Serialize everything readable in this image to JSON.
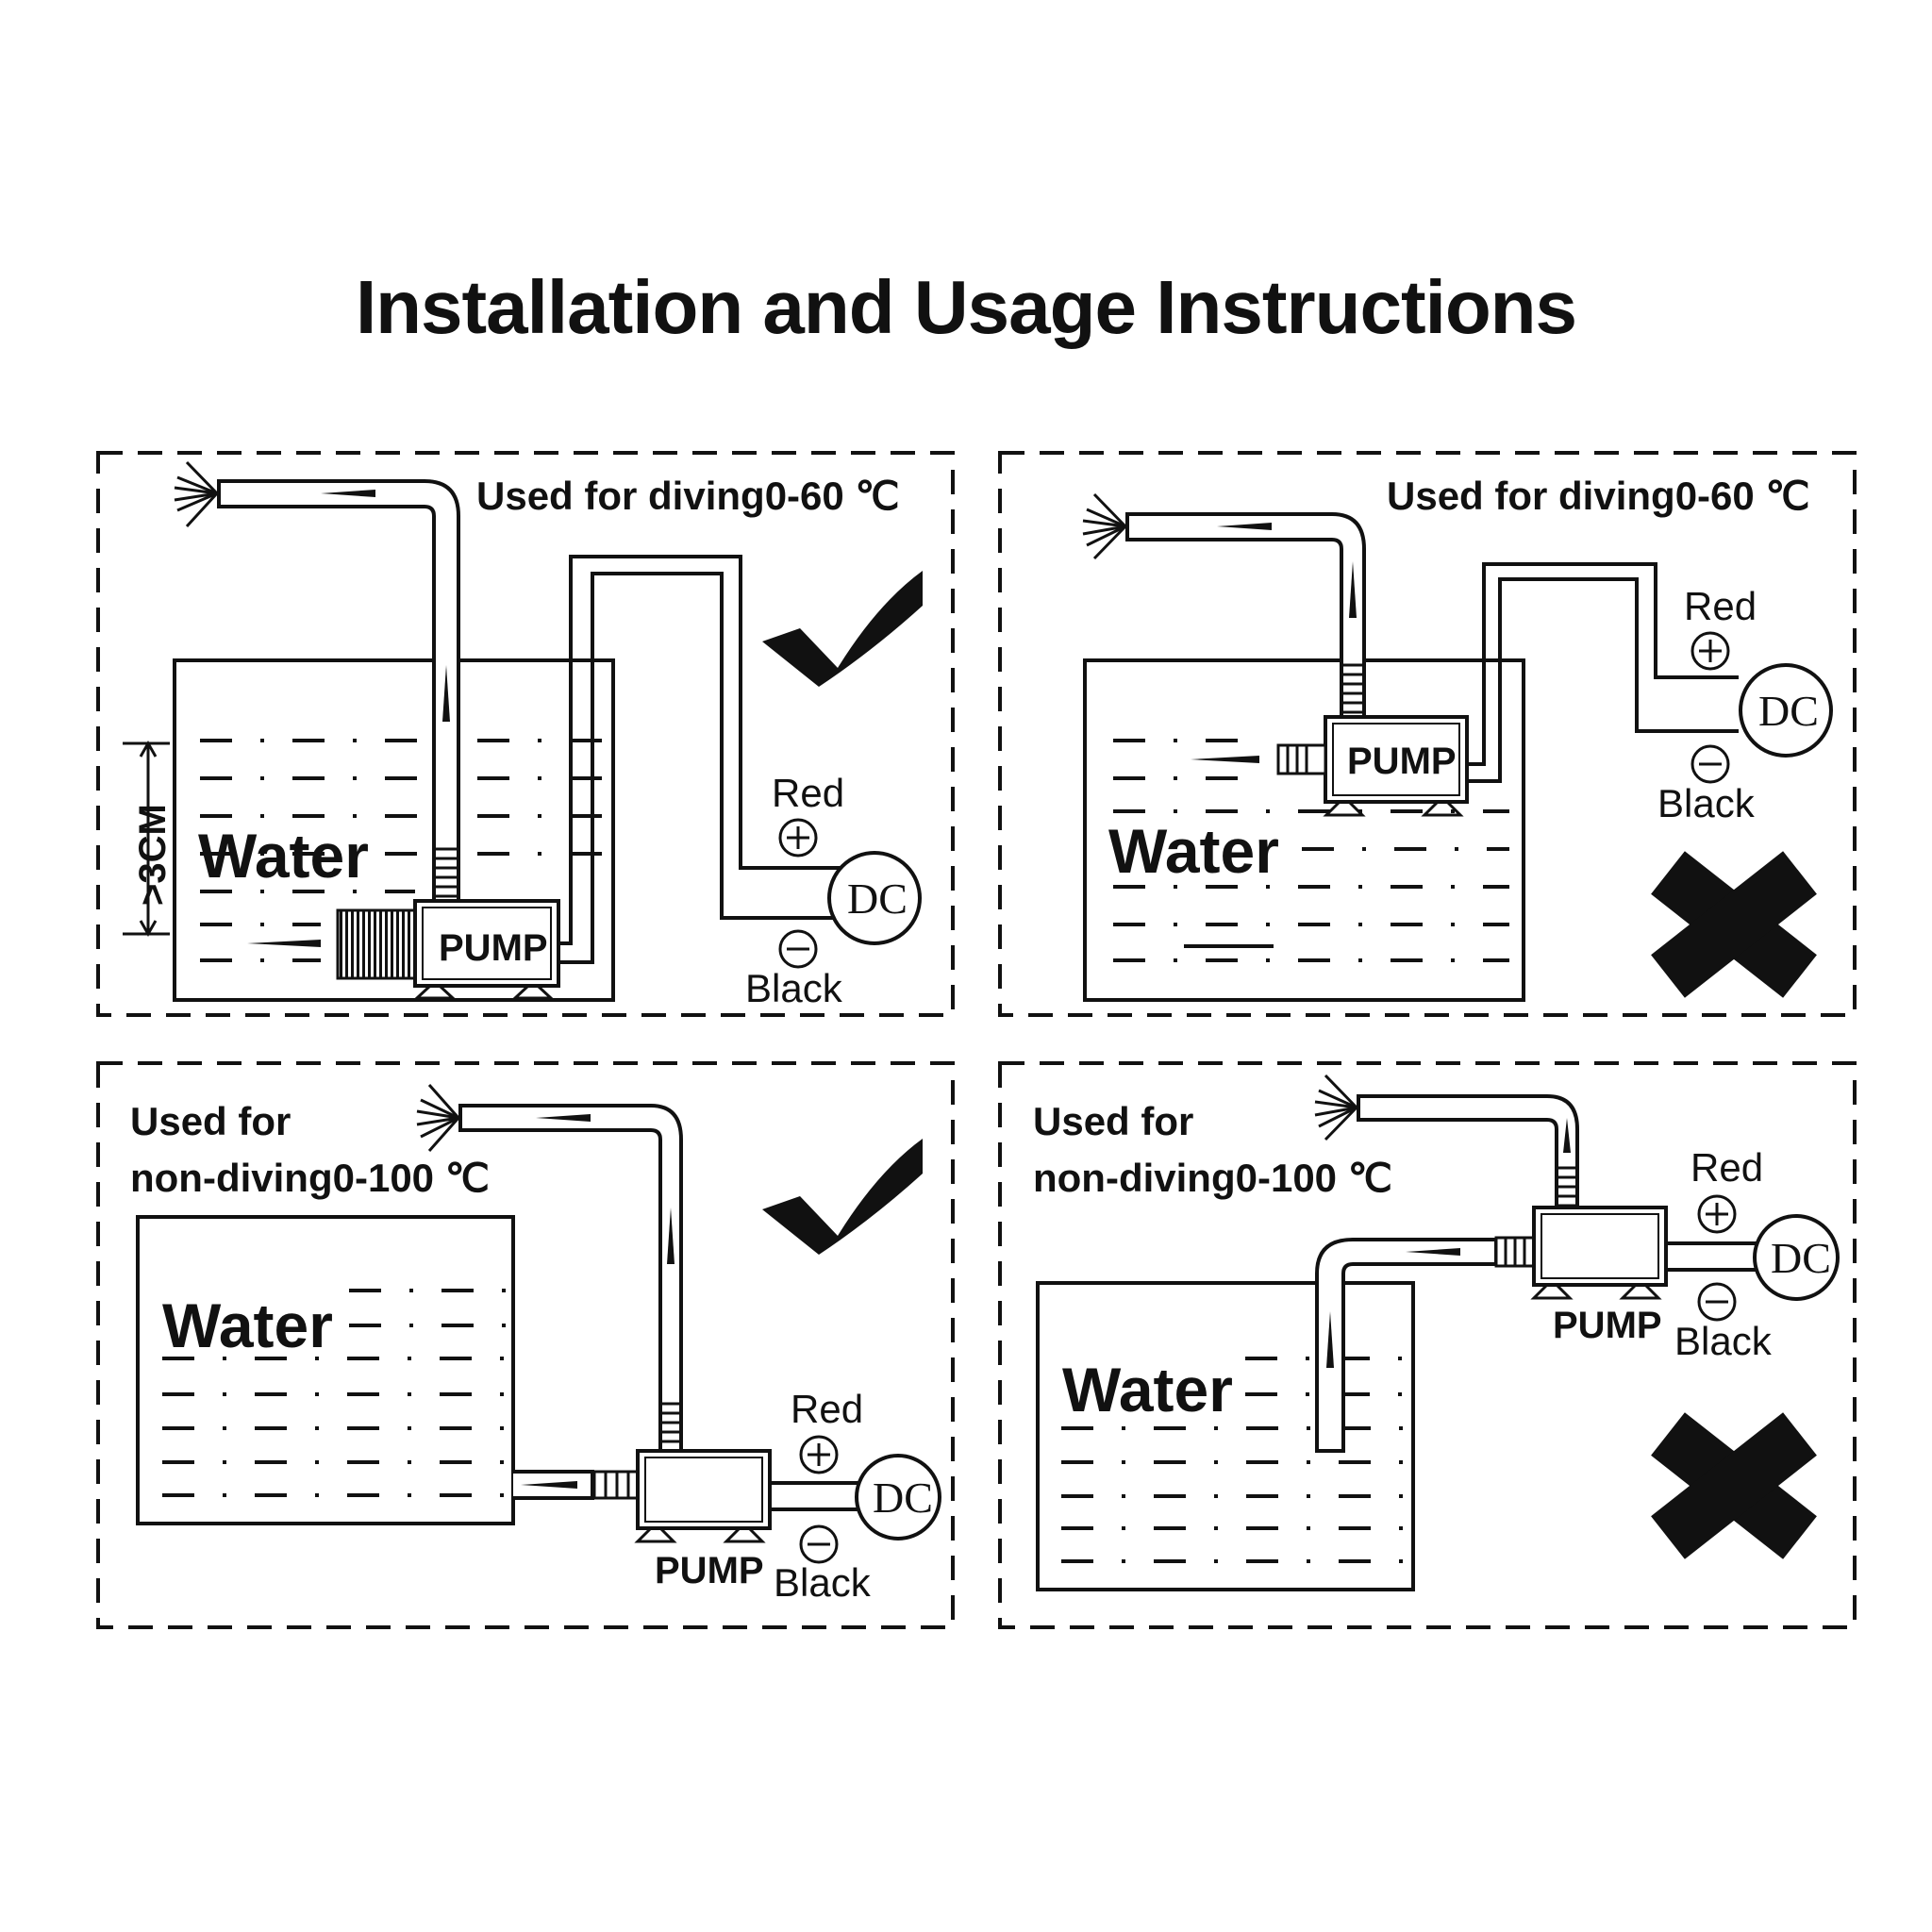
{
  "title": "Installation and Usage Instructions",
  "panels": [
    {
      "caption": "Used for diving0-60 ℃",
      "water": "Water",
      "pump": "PUMP",
      "red": "Red",
      "black": "Black",
      "dc": "DC",
      "depth": ">3CM",
      "mark": "check"
    },
    {
      "caption": "Used for diving0-60 ℃",
      "water": "Water",
      "pump": "PUMP",
      "red": "Red",
      "black": "Black",
      "dc": "DC",
      "mark": "cross"
    },
    {
      "caption_line1": "Used for",
      "caption_line2": "non-diving0-100 ℃",
      "water": "Water",
      "pump": "PUMP",
      "red": "Red",
      "black": "Black",
      "dc": "DC",
      "mark": "check"
    },
    {
      "caption_line1": "Used for",
      "caption_line2": "non-diving0-100 ℃",
      "water": "Water",
      "pump": "PUMP",
      "red": "Red",
      "black": "Black",
      "dc": "DC",
      "mark": "cross"
    }
  ]
}
